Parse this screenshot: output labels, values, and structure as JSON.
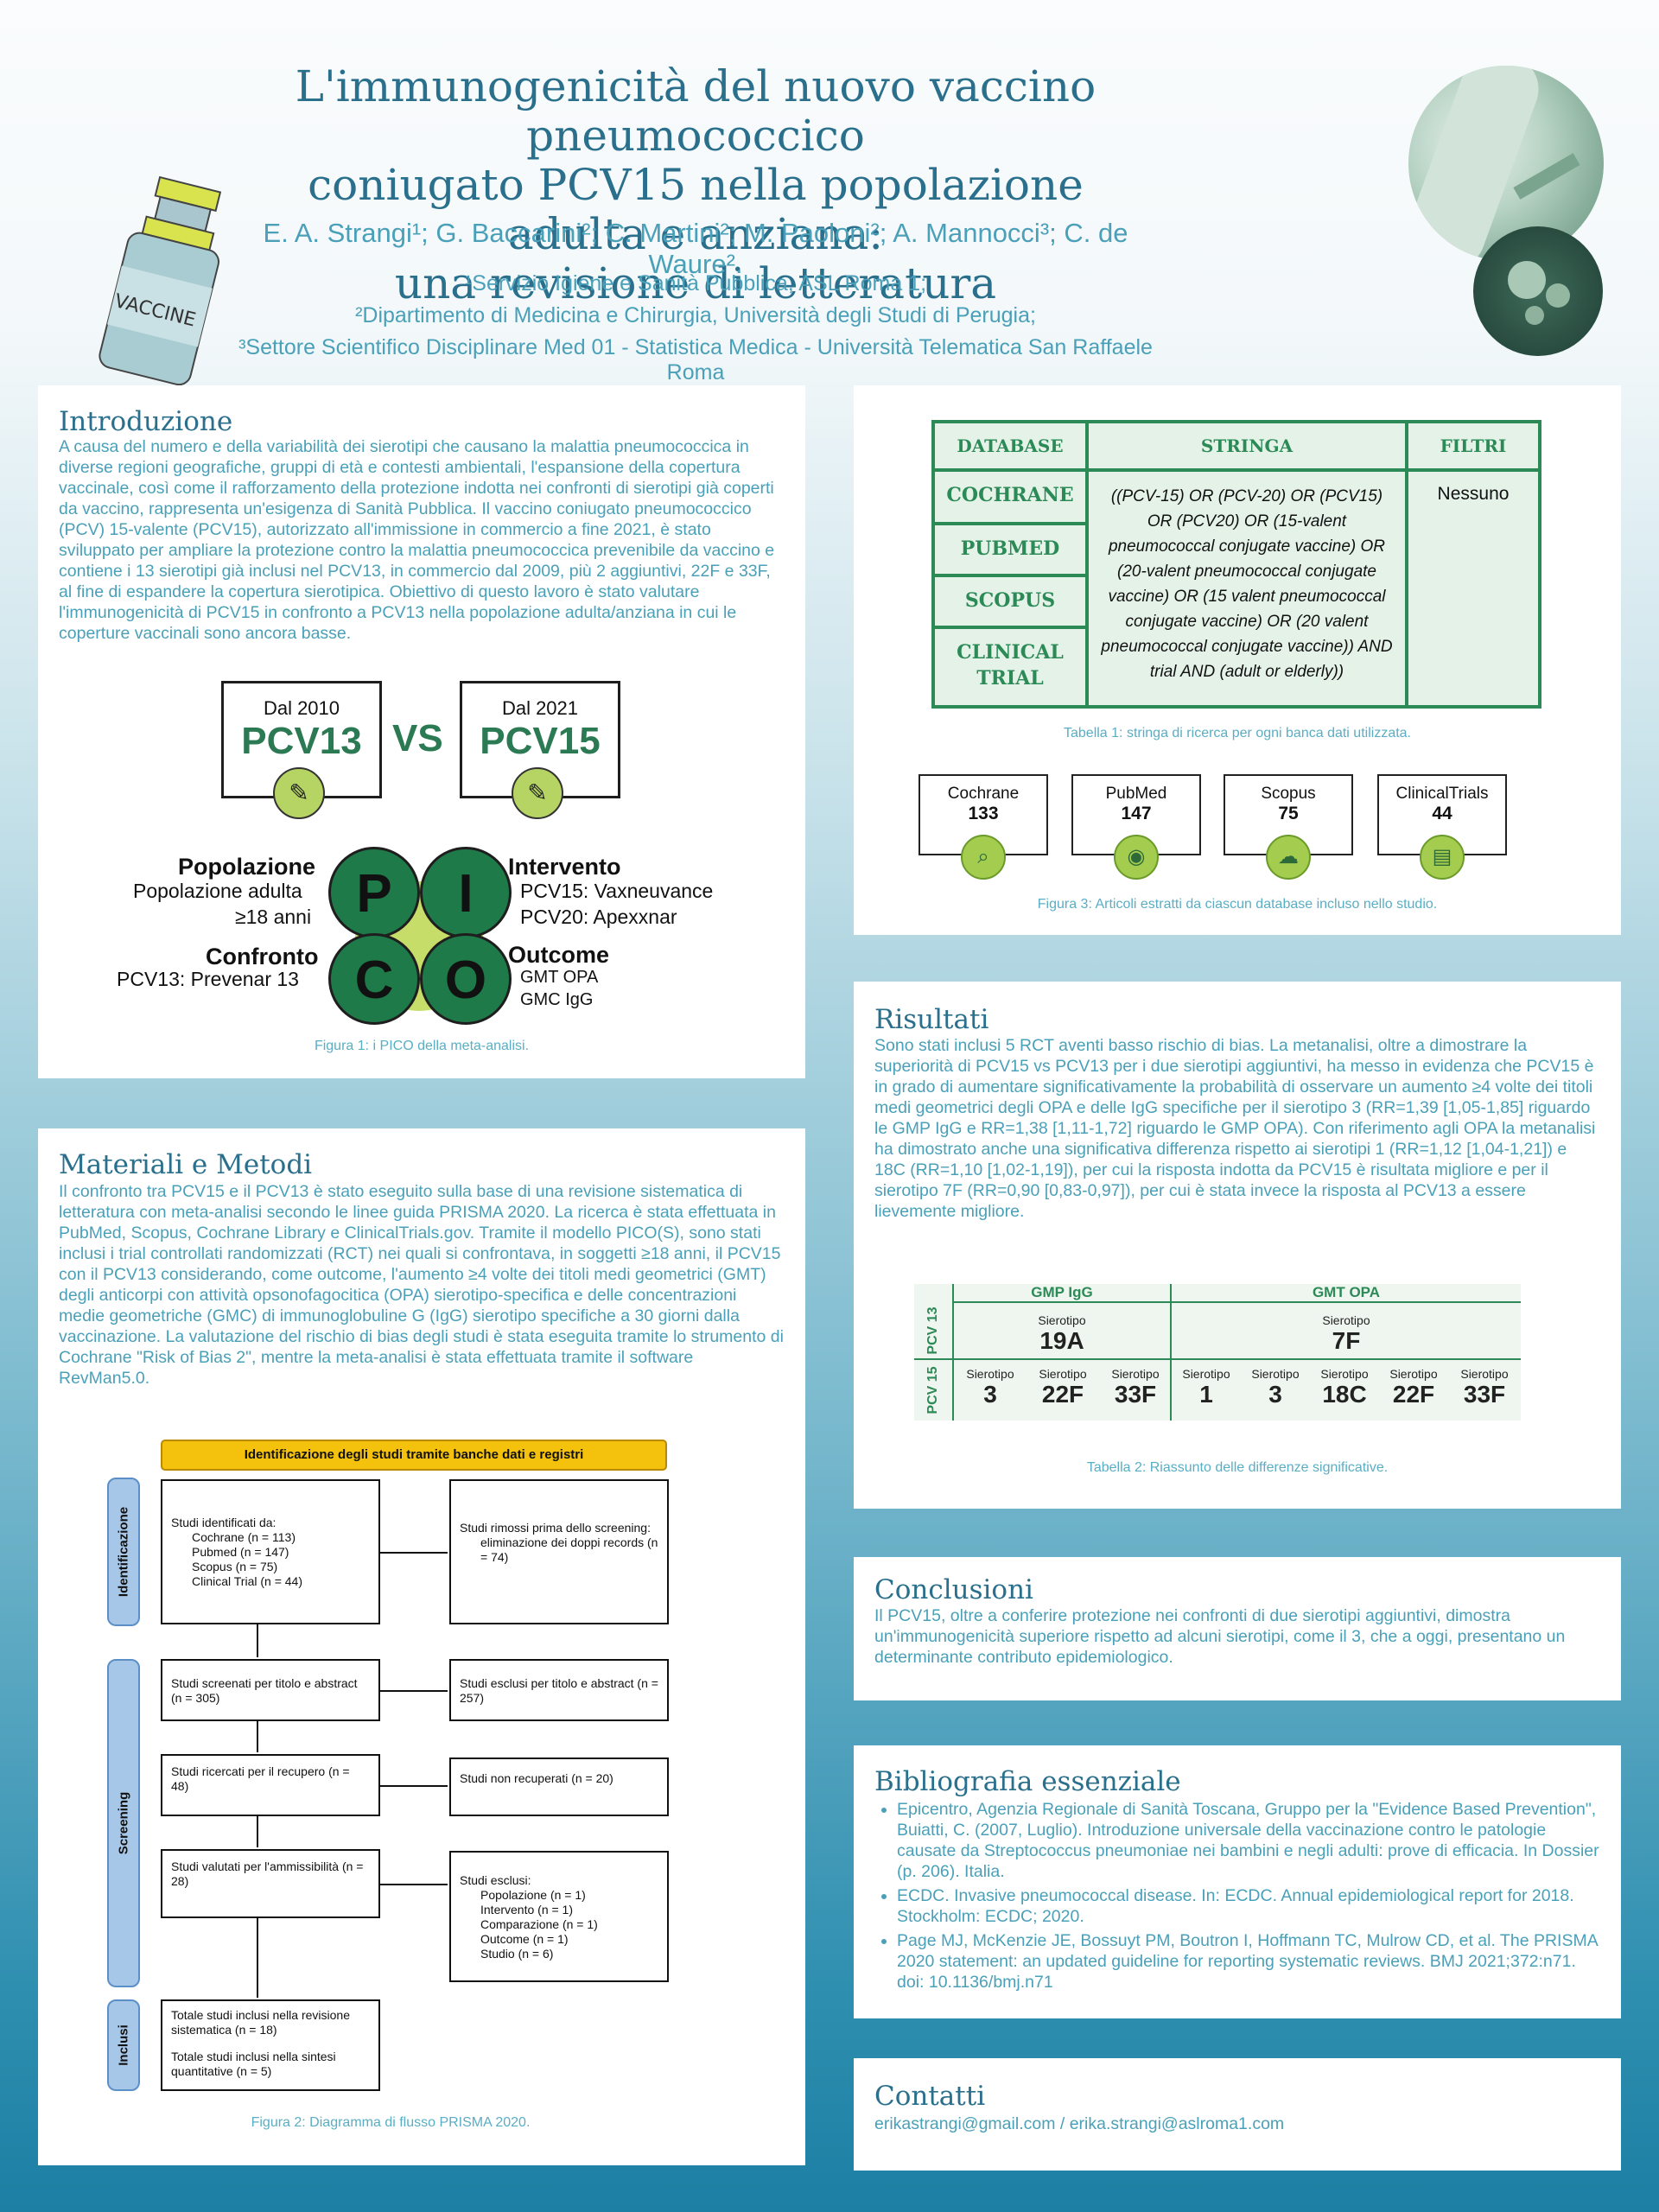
{
  "header": {
    "title_lines": [
      "L'immunogenicità del nuovo vaccino pneumococcico",
      "coniugato PCV15 nella popolazione adulta e anziana:",
      "una revisione di letteratura"
    ],
    "authors": "E. A. Strangi¹; G. Baccarini²; C. Martini²; M. Paoloni²; A. Mannocci³; C. de Waure².",
    "affiliations": [
      "¹Servizio Igiene e Sanità Pubblica, ASL Roma 1;",
      "²Dipartimento di Medicina e Chirurgia, Università degli Studi di Perugia;",
      "³Settore Scientifico Disciplinare Med 01 - Statistica Medica - Università Telematica San Raffaele Roma"
    ],
    "vaccine_label": "VACCINE"
  },
  "intro": {
    "title": "Introduzione",
    "text": "A causa del numero e della variabilità dei sierotipi che causano la malattia pneumococcica in diverse regioni geografiche, gruppi di età e contesti ambientali, l'espansione della copertura vaccinale, così come il rafforzamento della protezione indotta nei confronti di sierotipi già coperti da vaccino, rappresenta un'esigenza di Sanità Pubblica. Il vaccino coniugato pneumococcico (PCV) 15-valente (PCV15), autorizzato all'immissione in commercio a fine 2021, è stato sviluppato per ampliare la protezione contro la malattia pneumococcica prevenibile da vaccino e contiene i 13 sierotipi già inclusi nel PCV13, in commercio dal 2009, più 2 aggiuntivi, 22F e 33F, al fine di espandere la copertura sierotipica. Obiettivo di questo lavoro è stato valutare l'immunogenicità di PCV15 in confronto a PCV13 nella popolazione adulta/anziana in cui le coperture vaccinali sono ancora basse.",
    "left_box": {
      "year": "Dal 2010",
      "name": "PCV13"
    },
    "vs": "VS",
    "right_box": {
      "year": "Dal 2021",
      "name": "PCV15"
    },
    "pico": {
      "letters": [
        "P",
        "I",
        "C",
        "O"
      ],
      "popolazione_title": "Popolazione",
      "popolazione_lines": [
        "Popolazione  adulta",
        "≥18 anni"
      ],
      "intervento_title": "Intervento",
      "intervento_lines": [
        "PCV15: Vaxneuvance",
        "PCV20: Apexxnar"
      ],
      "confronto_title": "Confronto",
      "confronto_lines": [
        "PCV13: Prevenar 13"
      ],
      "outcome_title": "Outcome",
      "outcome_lines": [
        "GMT OPA",
        "GMC IgG"
      ]
    },
    "caption": "Figura 1: i PICO della meta-analisi."
  },
  "search_table": {
    "headers": [
      "DATABASE",
      "STRINGA",
      "FILTRI"
    ],
    "databases": [
      "COCHRANE",
      "PUBMED",
      "SCOPUS",
      "CLINICAL TRIAL"
    ],
    "string": "((PCV-15) OR (PCV-20) OR (PCV15) OR (PCV20) OR (15-valent pneumococcal conjugate vaccine) OR (20-valent pneumococcal conjugate vaccine) OR (15 valent pneumococcal conjugate vaccine) OR (20 valent pneumococcal conjugate vaccine)) AND trial AND (adult or elderly))",
    "filter": "Nessuno",
    "caption": "Tabella 1: stringa di ricerca per ogni banca dati utilizzata."
  },
  "db_counts": {
    "items": [
      {
        "name": "Cochrane",
        "count": "133",
        "icon": "search-icon"
      },
      {
        "name": "PubMed",
        "count": "147",
        "icon": "eye-icon"
      },
      {
        "name": "Scopus",
        "count": "75",
        "icon": "brain-icon"
      },
      {
        "name": "ClinicalTrials",
        "count": "44",
        "icon": "document-icon"
      }
    ],
    "caption": "Figura 3: Articoli estratti da ciascun database incluso nello studio."
  },
  "methods": {
    "title": "Materiali e Metodi",
    "text": "Il confronto tra PCV15 e il PCV13 è stato eseguito sulla base di una revisione sistematica di letteratura con meta-analisi secondo le linee guida PRISMA 2020. La ricerca è stata effettuata in PubMed, Scopus, Cochrane Library e ClinicalTrials.gov. Tramite il modello PICO(S), sono stati inclusi i trial controllati randomizzati (RCT) nei quali si confrontava, in soggetti ≥18 anni, il PCV15 con il PCV13 considerando, come outcome, l'aumento ≥4 volte dei titoli medi geometrici (GMT) degli anticorpi con attività opsonofagocitica (OPA) sierotipo-specifica e delle concentrazioni medie geometriche (GMC) di immunoglobuline G (IgG) sierotipo specifiche a 30 giorni dalla vaccinazione. La valutazione del rischio di bias degli studi è stata eseguita tramite lo strumento di Cochrane \"Risk of Bias 2\", mentre la meta-analisi è stata effettuata tramite il software RevMan5.0.",
    "caption": "Figura 2: Diagramma di flusso PRISMA 2020."
  },
  "prisma": {
    "header": "Identificazione degli studi tramite banche dati e registri",
    "phases": [
      "Identificazione",
      "Screening",
      "Inclusi"
    ],
    "identified": [
      "Studi identificati da:",
      "Cochrane (n = 113)",
      "Pubmed (n = 147)",
      "Scopus (n = 75)",
      "Clinical Trial (n = 44)"
    ],
    "removed": [
      "Studi rimossi prima dello screening:",
      "eliminazione dei doppi records (n = 74)"
    ],
    "screened": "Studi screenati per titolo e abstract (n = 305)",
    "excluded_title": "Studi esclusi per titolo e abstract (n = 257)",
    "sought": "Studi ricercati per il recupero (n = 48)",
    "not_retrieved": "Studi non recuperati (n = 20)",
    "assessed": "Studi valutati per l'ammissibilità (n = 28)",
    "excluded": [
      "Studi esclusi:",
      "Popolazione (n = 1)",
      "Intervento (n = 1)",
      "Comparazione (n = 1)",
      "Outcome (n = 1)",
      "Studio (n = 6)"
    ],
    "included_review": "Totale studi inclusi nella revisione sistematica (n = 18)",
    "included_synthesis": "Totale studi inclusi nella sintesi quantitative (n = 5)"
  },
  "results": {
    "title": "Risultati",
    "text": "Sono stati inclusi 5 RCT aventi basso rischio di bias. La metanalisi, oltre a dimostrare la superiorità di PCV15 vs PCV13 per i due sierotipi aggiuntivi, ha messo in evidenza che PCV15 è in grado di aumentare significativamente la probabilità di osservare un aumento ≥4 volte dei titoli medi geometrici degli OPA e delle IgG specifiche per il sierotipo 3 (RR=1,39 [1,05-1,85] riguardo le GMP IgG e RR=1,38 [1,11-1,72] riguardo le GMP OPA). Con riferimento agli OPA la metanalisi ha dimostrato anche una significativa differenza rispetto ai sierotipi 1 (RR=1,12 [1,04-1,21]) e 18C (RR=1,10 [1,02-1,19]), per cui la risposta indotta da PCV15 è risultata migliore e per il sierotipo 7F (RR=0,90 [0,83-0,97]), per cui è stata invece la risposta al PCV13 a essere lievemente migliore.",
    "table": {
      "col_headers": [
        "GMP IgG",
        "GMT OPA"
      ],
      "row_headers": [
        "PCV 13",
        "PCV 15"
      ],
      "label": "Sierotipo",
      "pcv13_igg": [
        "19A"
      ],
      "pcv13_opa": [
        "7F"
      ],
      "pcv15_igg": [
        "3",
        "22F",
        "33F"
      ],
      "pcv15_opa": [
        "1",
        "3",
        "18C",
        "22F",
        "33F"
      ]
    },
    "caption": "Tabella 2: Riassunto delle differenze significative."
  },
  "conclusions": {
    "title": "Conclusioni",
    "text": "Il PCV15, oltre a conferire protezione nei confronti di due sierotipi aggiuntivi, dimostra un'immunogenicità superiore rispetto ad alcuni sierotipi, come il 3, che a oggi, presentano un determinante contributo epidemiologico."
  },
  "bibliography": {
    "title": "Bibliografia essenziale",
    "items": [
      "Epicentro, Agenzia Regionale di Sanità Toscana, Gruppo per la \"Evidence Based Prevention\", Buiatti, C. (2007, Luglio). Introduzione universale della vaccinazione contro le patologie causate da Streptococcus pneumoniae nei bambini e negli adulti: prove di efficacia. In Dossier (p. 206). Italia.",
      "ECDC. Invasive pneumococcal disease. In: ECDC. Annual epidemiological report for 2018. Stockholm: ECDC; 2020.",
      "Page MJ, McKenzie JE, Bossuyt PM, Boutron I, Hoffmann TC, Mulrow CD, et al. The PRISMA 2020 statement: an updated guideline for reporting systematic reviews. BMJ 2021;372:n71. doi: 10.1136/bmj.n71"
    ]
  },
  "contacts": {
    "title": "Contatti",
    "text": "erikastrangi@gmail.com / erika.strangi@aslroma1.com"
  }
}
